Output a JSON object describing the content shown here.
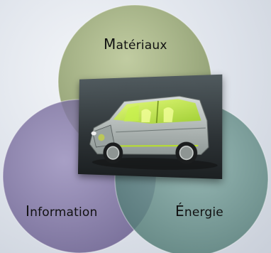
{
  "diagram": {
    "circles": [
      {
        "id": "materiaux",
        "initial": "M",
        "rest": "atériaux",
        "color": "#8fa06a"
      },
      {
        "id": "information",
        "initial": "I",
        "rest": "nformation",
        "color": "#7a6e9e"
      },
      {
        "id": "energie",
        "initial": "É",
        "rest": "nergie",
        "color": "#5f8a84"
      }
    ]
  },
  "photo": {
    "icon": "concept-electric-van-image"
  }
}
